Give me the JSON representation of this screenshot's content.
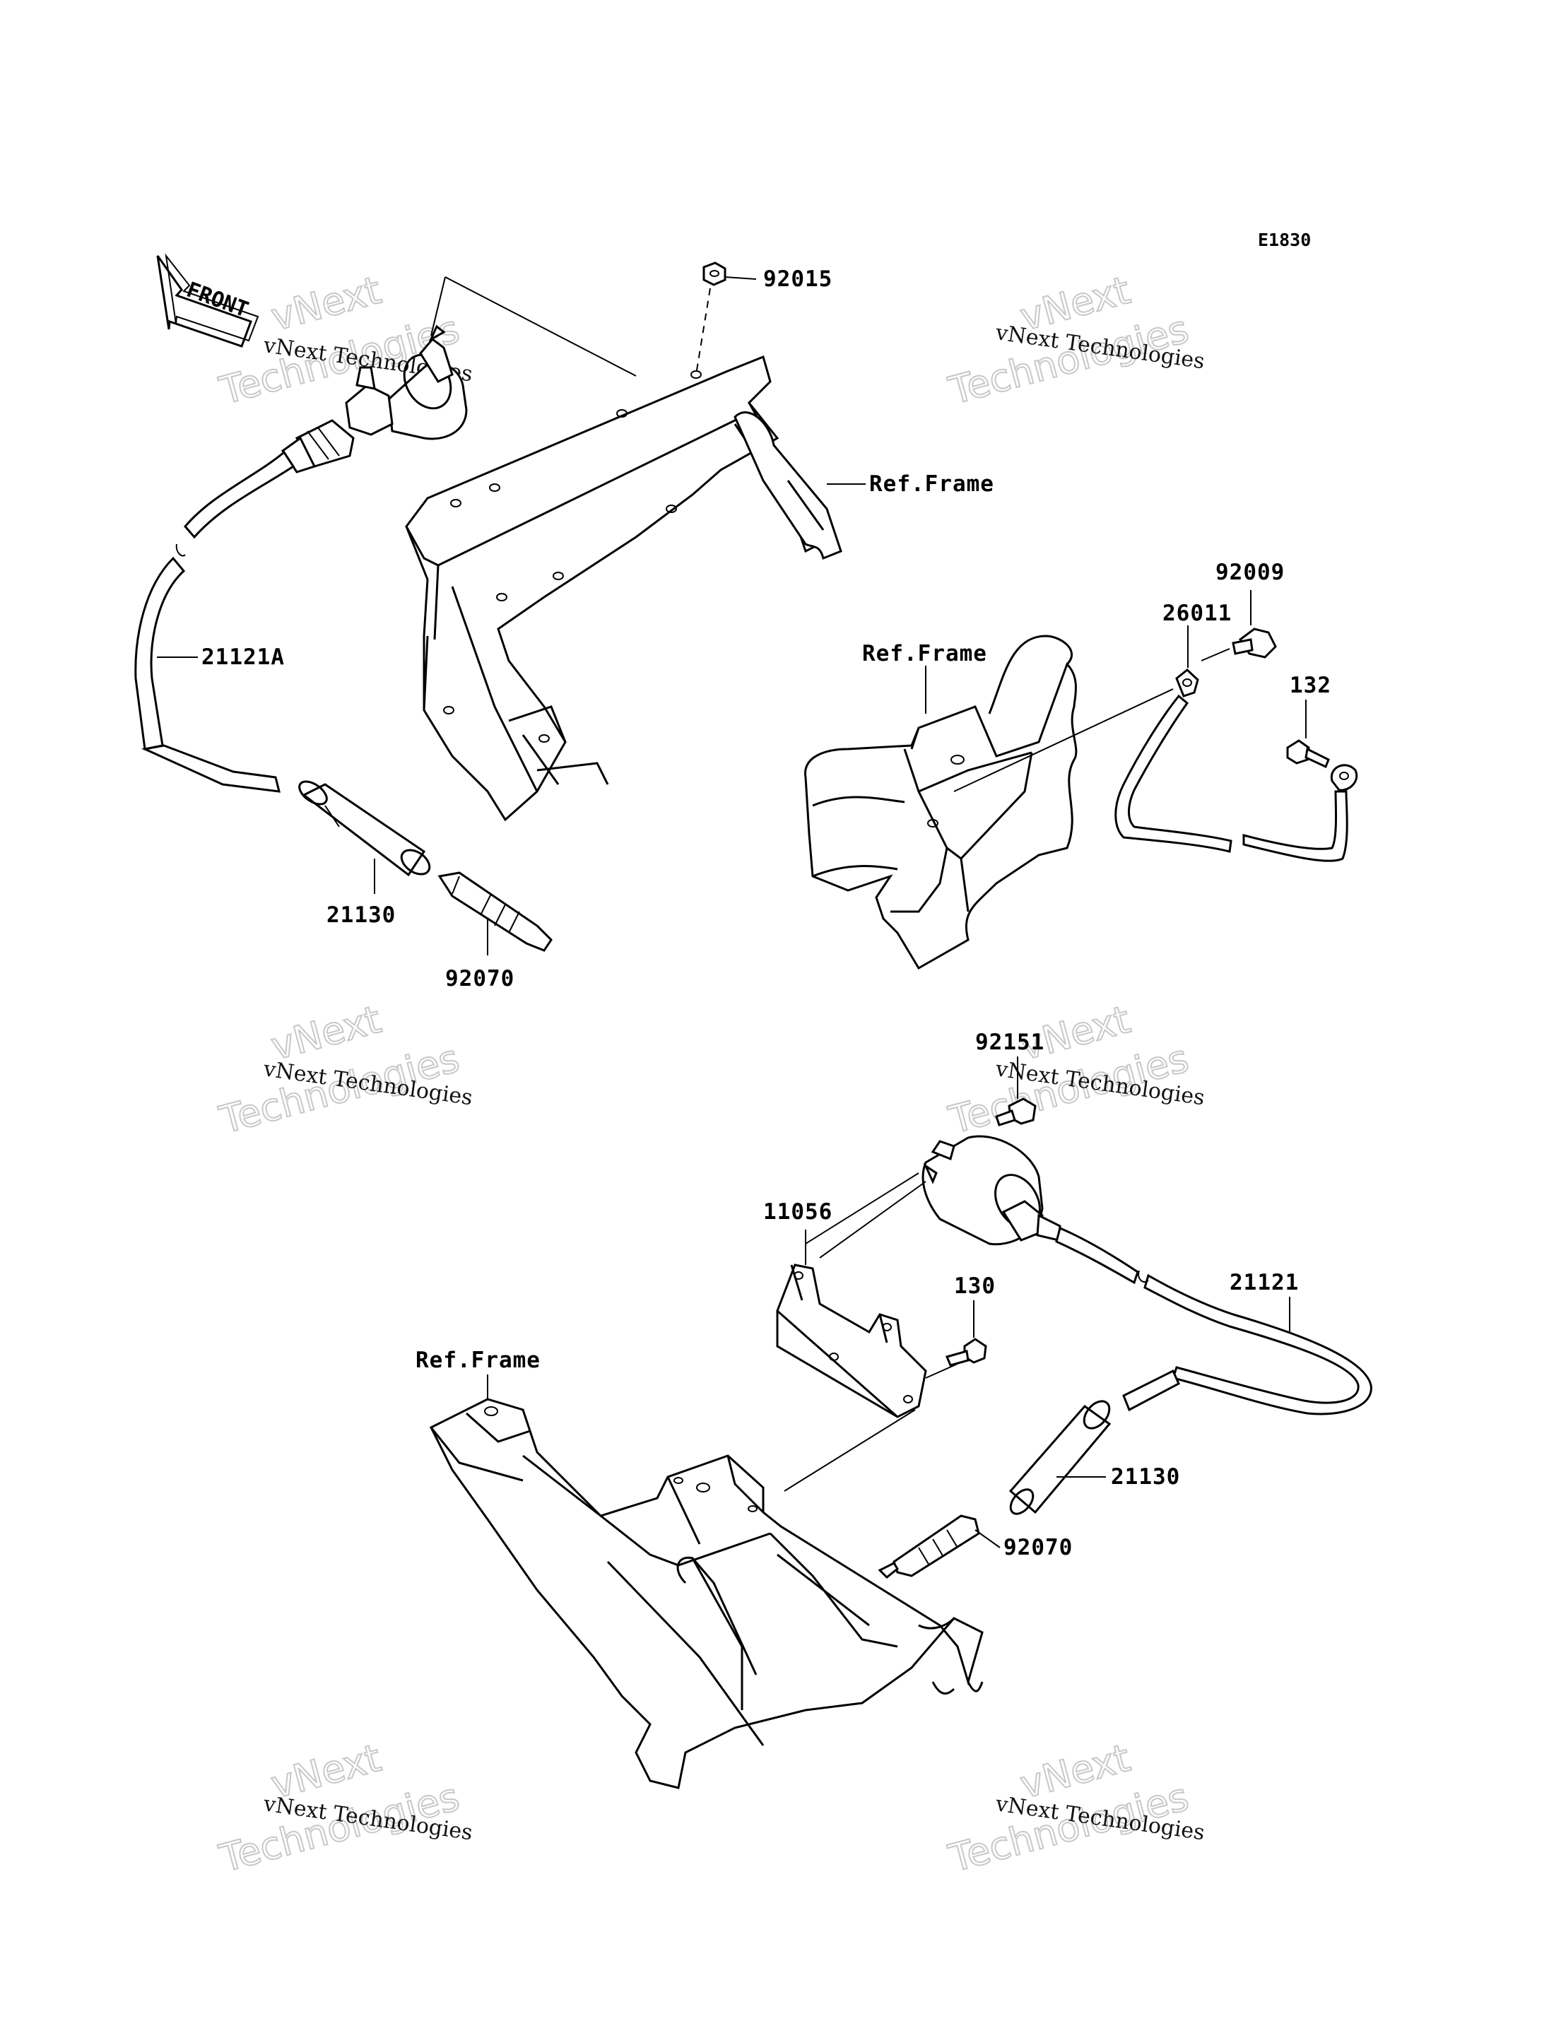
{
  "diagram": {
    "code": "E1830",
    "front_label": "FRONT",
    "watermark": {
      "line1": "vNext Technologies",
      "outline1": "vNext",
      "outline2": "Technologies"
    },
    "labels": {
      "p92015": "92015",
      "ref_frame_top": "Ref.Frame",
      "p21121a": "21121A",
      "p21130_top": "21130",
      "p92070_top": "92070",
      "p92009": "92009",
      "p26011": "26011",
      "ref_frame_mid": "Ref.Frame",
      "p132": "132",
      "p92151": "92151",
      "p11056": "11056",
      "p130": "130",
      "ref_frame_bottom": "Ref.Frame",
      "p21121": "21121",
      "p21130_bottom": "21130",
      "p92070_bottom": "92070"
    }
  }
}
